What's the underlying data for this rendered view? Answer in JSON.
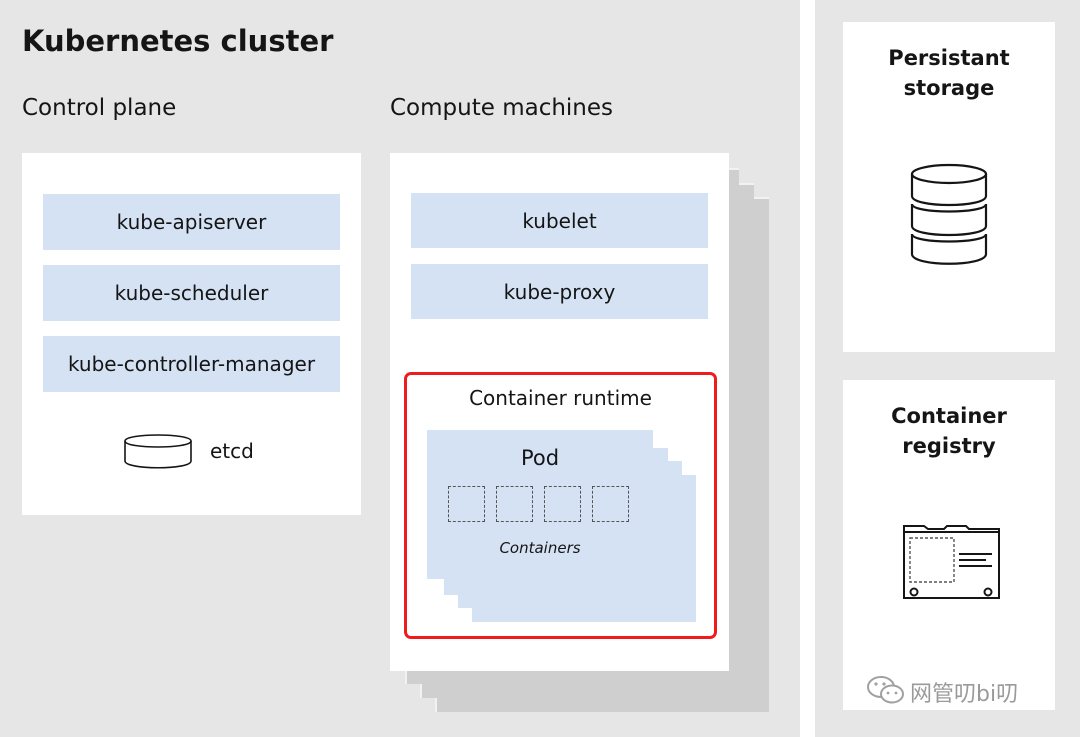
{
  "cluster": {
    "title": "Kubernetes cluster",
    "control_plane": {
      "heading": "Control plane",
      "components": [
        "kube-apiserver",
        "kube-scheduler",
        "kube-controller-manager"
      ],
      "etcd_label": "etcd"
    },
    "compute": {
      "heading": "Compute machines",
      "components": [
        "kubelet",
        "kube-proxy"
      ],
      "runtime_label": "Container runtime",
      "pod_label": "Pod",
      "containers_label": "Containers"
    }
  },
  "storage": {
    "title_line1": "Persistant",
    "title_line2": "storage"
  },
  "registry": {
    "title_line1": "Container",
    "title_line2": "registry"
  },
  "watermark": {
    "icon": "wechat-icon",
    "text": "网管叨bi叨"
  },
  "colors": {
    "component_fill": "#d5e2f4",
    "highlight_border": "#ee1c1c",
    "background": "#e6e6e6"
  }
}
